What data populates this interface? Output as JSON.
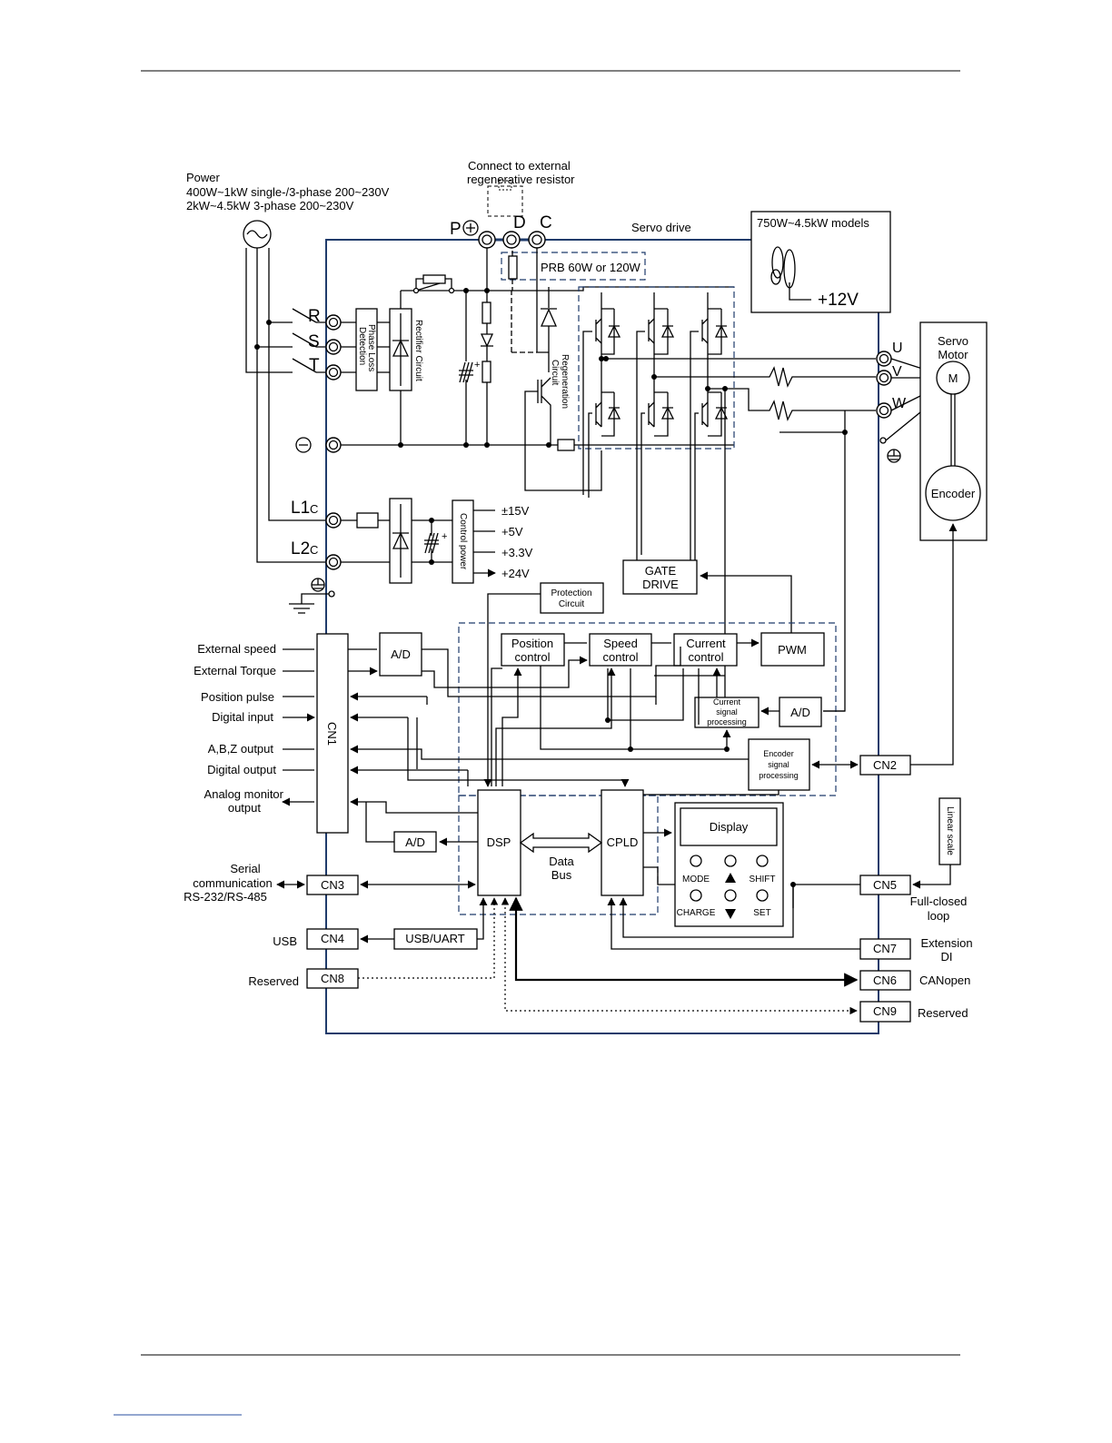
{
  "power": {
    "title": "Power",
    "line1": "400W~1kW single-/3-phase   200~230V",
    "line2": "2kW~4.5kW 3-phase  200~230V"
  },
  "ext_resistor": {
    "line1": "Connect to external",
    "line2": "regenerative resistor"
  },
  "terminals": {
    "p": "P",
    "d": "D",
    "c": "C",
    "r": "R",
    "s": "S",
    "t": "T",
    "l1": "L1",
    "l2": "L2",
    "l_suffix": "C",
    "u": "U",
    "v": "V",
    "w": "W"
  },
  "servo_drive_label": "Servo drive",
  "prb_label": "PRB 60W or 120W",
  "fan": {
    "title": "750W~4.5kW models",
    "voltage": "+12V"
  },
  "servo_motor": {
    "line1": "Servo",
    "line2": "Motor",
    "m": "M",
    "encoder": "Encoder"
  },
  "phase_loss": {
    "line1": "Phase Loss",
    "line2": "Detection"
  },
  "rectifier": "Rectifier Circuit",
  "regeneration": {
    "line1": "Regeneration",
    "line2": "Circuit"
  },
  "control_power": "Control power",
  "voltages": [
    "±15V",
    "+5V",
    "+3.3V",
    "+24V"
  ],
  "gate_drive": {
    "line1": "GATE",
    "line2": "DRIVE"
  },
  "protection": {
    "line1": "Protection",
    "line2": "Circuit"
  },
  "blocks": {
    "position": {
      "line1": "Position",
      "line2": "control"
    },
    "speed": {
      "line1": "Speed",
      "line2": "control"
    },
    "current": {
      "line1": "Current",
      "line2": "control"
    },
    "pwm": "PWM",
    "ad": "A/D",
    "current_signal": {
      "line1": "Current",
      "line2": "signal",
      "line3": "processing"
    },
    "encoder_signal": {
      "line1": "Encoder",
      "line2": "signal",
      "line3": "processing"
    },
    "dsp": "DSP",
    "cpld": "CPLD",
    "data_bus": {
      "line1": "Data",
      "line2": "Bus"
    },
    "usb_uart": "USB/UART",
    "cn1": "CN1"
  },
  "cn1_signals": [
    "External speed",
    "External Torque",
    "Position pulse",
    "Digital input",
    "A,B,Z output",
    "Digital output",
    "Analog monitor",
    "output"
  ],
  "serial": {
    "line1": "Serial",
    "line2": "communication",
    "line3": "RS-232/RS-485"
  },
  "usb": "USB",
  "reserved": "Reserved",
  "connectors": {
    "cn2": "CN2",
    "cn3": "CN3",
    "cn4": "CN4",
    "cn5": "CN5",
    "cn6": "CN6",
    "cn7": "CN7",
    "cn8": "CN8",
    "cn9": "CN9"
  },
  "panel": {
    "display": "Display",
    "mode": "MODE",
    "shift": "SHIFT",
    "charge": "CHARGE",
    "set": "SET"
  },
  "right_labels": {
    "linear_scale": "Linear scale",
    "full_closed_1": "Full-closed",
    "full_closed_2": "loop",
    "extension_1": "Extension",
    "extension_2": "DI",
    "canopen": "CANopen",
    "reserved": "Reserved"
  }
}
